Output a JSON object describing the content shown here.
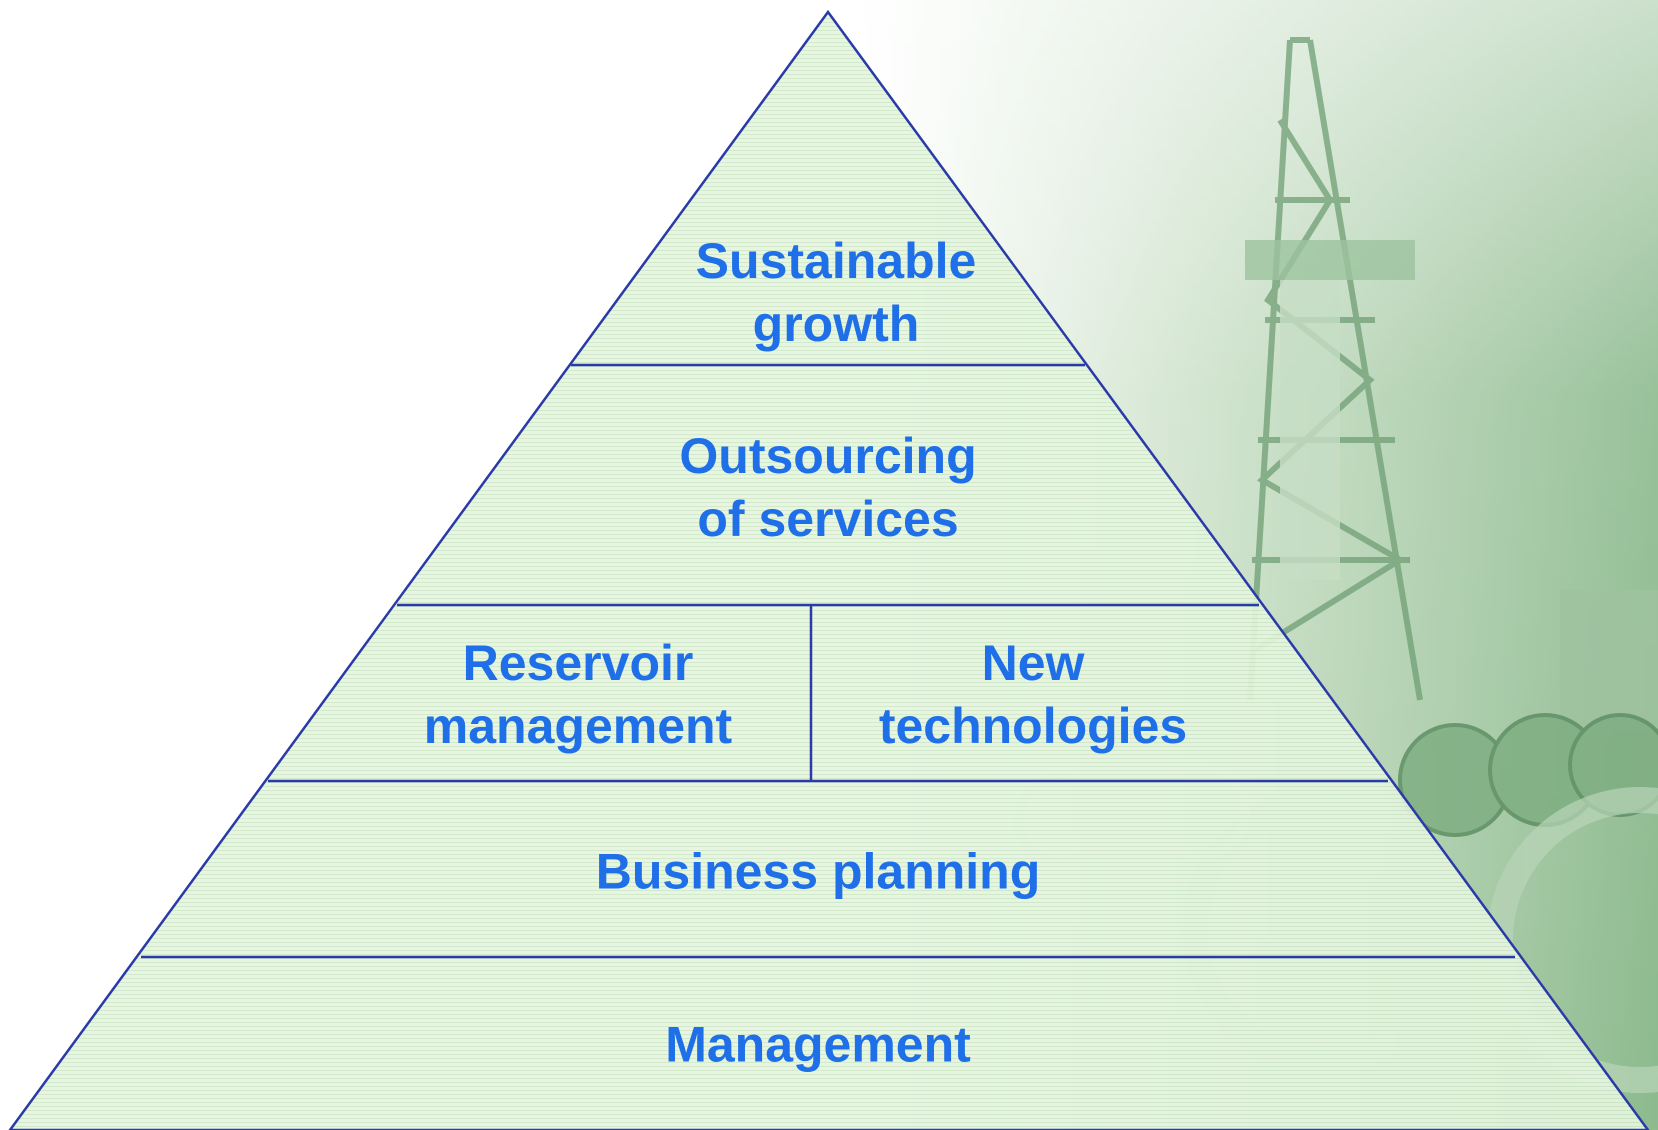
{
  "pyramid": {
    "tiers": {
      "top": {
        "label": "Sustainable\ngrowth"
      },
      "second": {
        "label": "Outsourcing\nof services"
      },
      "third_left": {
        "label": "Reservoir\nmanagement"
      },
      "third_right": {
        "label": "New\ntechnologies"
      },
      "fourth": {
        "label": "Business planning"
      },
      "base": {
        "label": "Management"
      }
    }
  },
  "colors": {
    "text": "#1f6fe8",
    "outline": "#2a3aa8",
    "fill": "#e3f2dd",
    "backdrop": "#7fb083"
  },
  "background": {
    "image_subject": "oil-rig-and-pipes-photo"
  }
}
